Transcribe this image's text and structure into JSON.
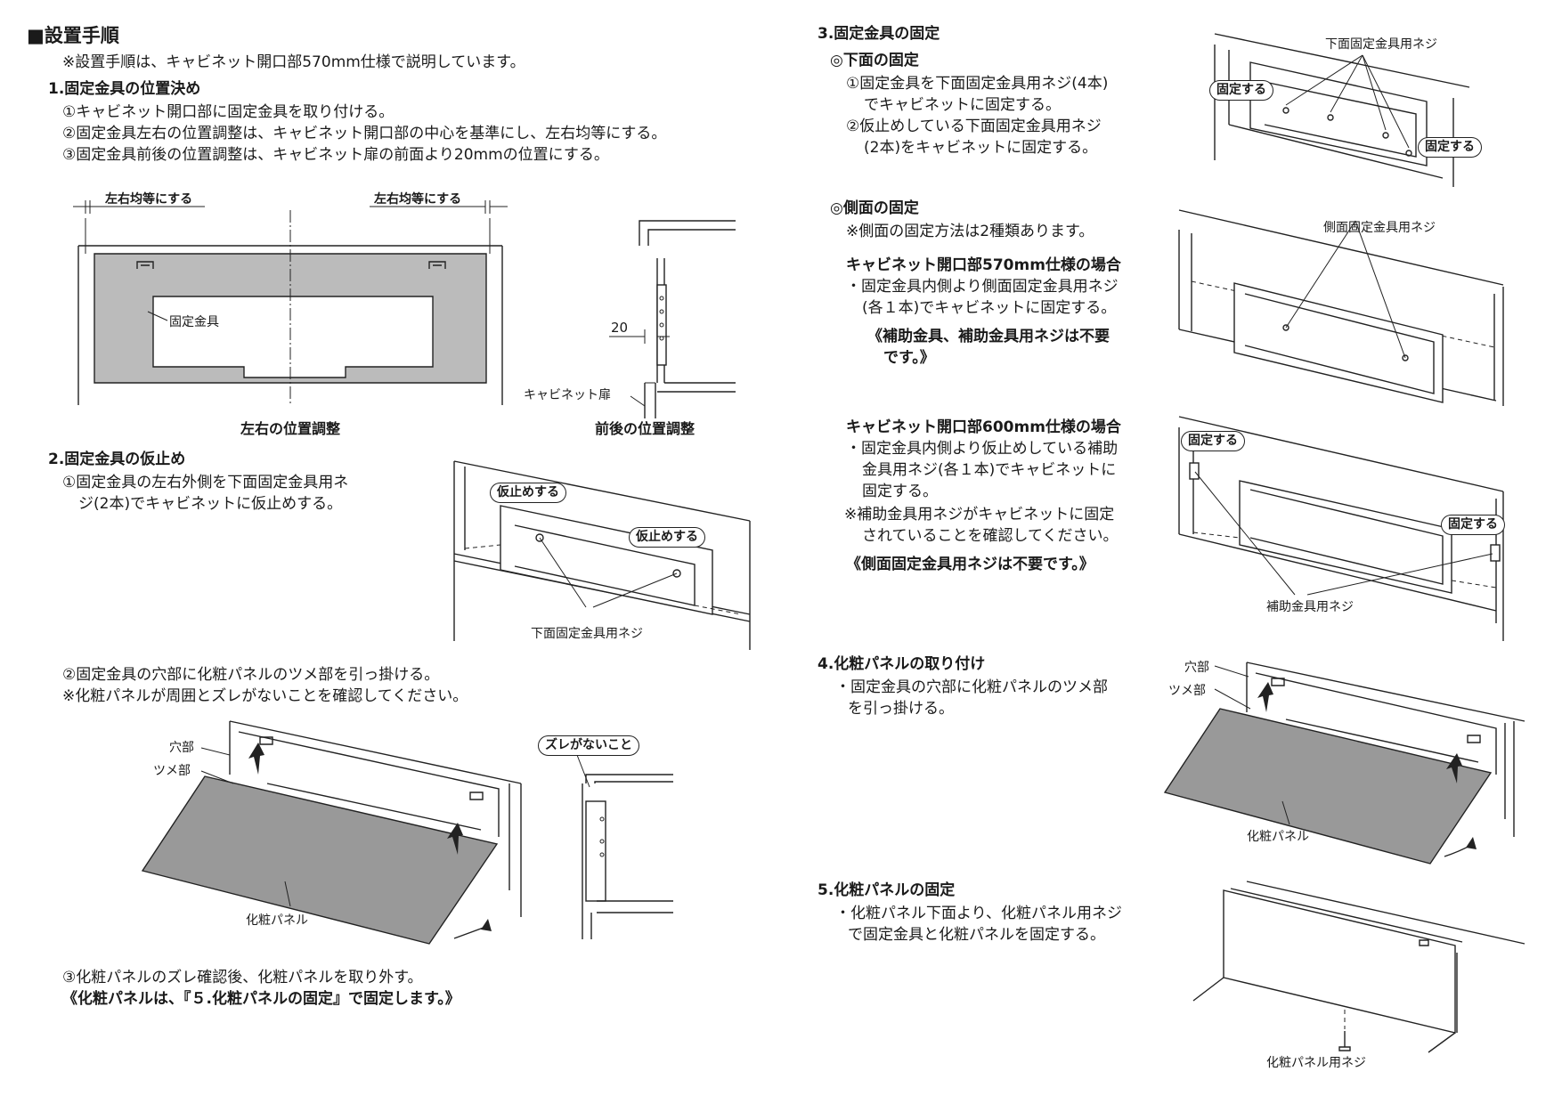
{
  "title": "■設置手順",
  "note": "※設置手順は、キャビネット開口部570mm仕様で説明しています。",
  "step1": {
    "heading": "1.固定金具の位置決め",
    "lines": [
      "①キャビネット開口部に固定金具を取り付ける。",
      "②固定金具左右の位置調整は、キャビネット開口部の中心を基準にし、左右均等にする。",
      "③固定金具前後の位置調整は、キャビネット扉の前面より20mmの位置にする。"
    ],
    "fig": {
      "left_equal": "左右均等にする",
      "right_equal": "左右均等にする",
      "bracket_label": "固定金具",
      "dim_20": "20",
      "door_label": "キャビネット扉",
      "caption_lr": "左右の位置調整",
      "caption_fb": "前後の位置調整"
    }
  },
  "step2": {
    "heading": "2.固定金具の仮止め",
    "line1a": "①固定金具の左右外側を下面固定金具用ネ",
    "line1b": "ジ(2本)でキャビネットに仮止めする。",
    "fig1": {
      "bubble1": "仮止めする",
      "bubble2": "仮止めする",
      "screw_label": "下面固定金具用ネジ"
    },
    "line2": "②固定金具の穴部に化粧パネルのツメ部を引っ掛ける。",
    "line3": "※化粧パネルが周囲とズレがないことを確認してください。",
    "fig2": {
      "hole": "穴部",
      "claw": "ツメ部",
      "panel": "化粧パネル",
      "no_gap": "ズレがないこと"
    },
    "line4": "③化粧パネルのズレ確認後、化粧パネルを取り外す。",
    "line5": "《化粧パネルは、『５.化粧パネルの固定』で固定します。》"
  },
  "step3": {
    "heading": "3.固定金具の固定",
    "bottom": {
      "heading": "◎下面の固定",
      "l1": "①固定金具を下面固定金具用ネジ(4本)",
      "l2": "でキャビネットに固定する。",
      "l3": "②仮止めしている下面固定金具用ネジ",
      "l4": "(2本)をキャビネットに固定する。",
      "fig_screw": "下面固定金具用ネジ",
      "fig_b1": "固定する",
      "fig_b2": "固定する"
    },
    "side": {
      "heading": "◎側面の固定",
      "note": "※側面の固定方法は2種類あります。",
      "c570": {
        "heading": "キャビネット開口部570mm仕様の場合",
        "l1": "・固定金具内側より側面固定金具用ネジ",
        "l2": "(各１本)でキャビネットに固定する。",
        "n1": "《補助金具、補助金具用ネジは不要",
        "n2": "です。》",
        "fig_screw": "側面固定金具用ネジ"
      },
      "c600": {
        "heading": "キャビネット開口部600mm仕様の場合",
        "l1": "・固定金具内側より仮止めしている補助",
        "l2": "金具用ネジ(各１本)でキャビネットに",
        "l3": "固定する。",
        "l4": "※補助金具用ネジがキャビネットに固定",
        "l5": "されていることを確認してください。",
        "n1": "《側面固定金具用ネジは不要です。》",
        "fig_b1": "固定する",
        "fig_b2": "固定する",
        "fig_screw": "補助金具用ネジ"
      }
    }
  },
  "step4": {
    "heading": "4.化粧パネルの取り付け",
    "l1": "・固定金具の穴部に化粧パネルのツメ部",
    "l2": "を引っ掛ける。",
    "fig": {
      "hole": "穴部",
      "claw": "ツメ部",
      "panel": "化粧パネル"
    }
  },
  "step5": {
    "heading": "5.化粧パネルの固定",
    "l1": "・化粧パネル下面より、化粧パネル用ネジ",
    "l2": "で固定金具と化粧パネルを固定する。",
    "fig_screw": "化粧パネル用ネジ"
  }
}
